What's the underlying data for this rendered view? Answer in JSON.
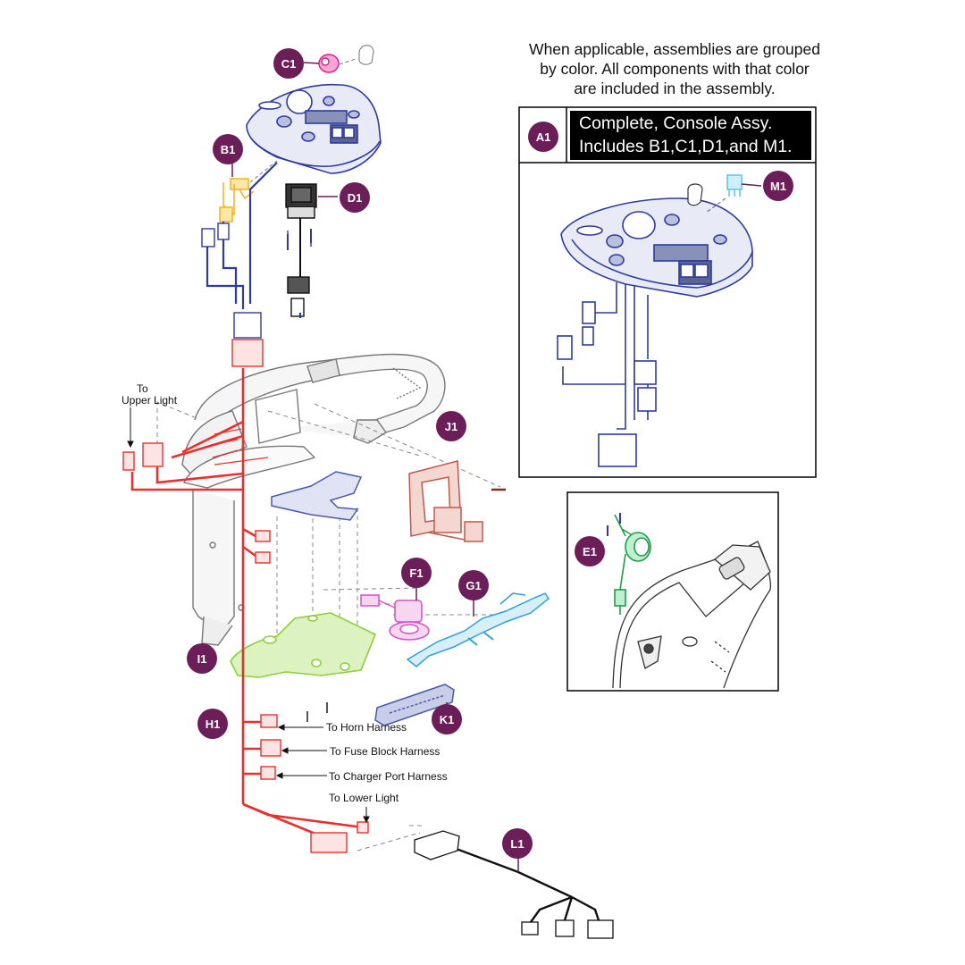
{
  "note": {
    "lines": [
      "When applicable, assemblies are grouped",
      "by color. All components with that color",
      "are included in the assembly."
    ]
  },
  "assembly": {
    "id": "A1",
    "title_lines": [
      "Complete, Console Assy.",
      "Includes B1,C1,D1,and M1."
    ]
  },
  "callouts": {
    "C1": "C1",
    "B1": "B1",
    "D1": "D1",
    "M1": "M1",
    "J1": "J1",
    "E1": "E1",
    "F1": "F1",
    "G1": "G1",
    "I1": "I1",
    "H1": "H1",
    "K1": "K1",
    "L1": "L1"
  },
  "labels": {
    "to_upper_light": [
      "To",
      "Upper Light"
    ],
    "horn": "To Horn Harness",
    "fuse": "To Fuse Block Harness",
    "charger": "To Charger Port Harness",
    "lower_light": "To Lower Light"
  },
  "colors": {
    "callout": "#6b1e57",
    "console_harness": "#2e3a9e",
    "main_harness": "#e8302e",
    "b1_part": "#f2b21e",
    "c1_knob": "#e0198c",
    "j1_part": "#c0584a",
    "f1_part": "#d64fc8",
    "g1_part": "#2e9fdc",
    "i1_part": "#8ccf3a",
    "e1_part": "#1f9d4a",
    "m1_part": "#5bc6e8",
    "k1_part": "#4a5aa8",
    "l1_cable": "#111111"
  }
}
